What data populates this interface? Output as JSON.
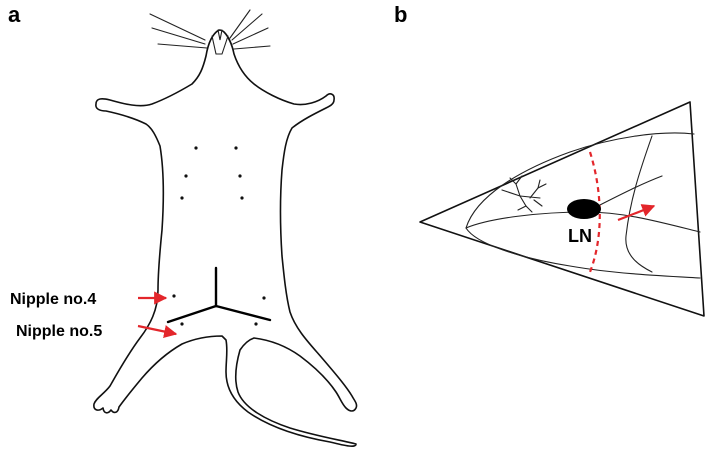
{
  "panels": {
    "a": {
      "label": "a"
    },
    "b": {
      "label": "b"
    }
  },
  "callouts": {
    "nipple4": "Nipple no.4",
    "nipple5": "Nipple no.5",
    "lymph_node": "LN"
  },
  "colors": {
    "arrow": "#e3262b",
    "line": "#111111",
    "dashed_line": "#e3262b"
  }
}
